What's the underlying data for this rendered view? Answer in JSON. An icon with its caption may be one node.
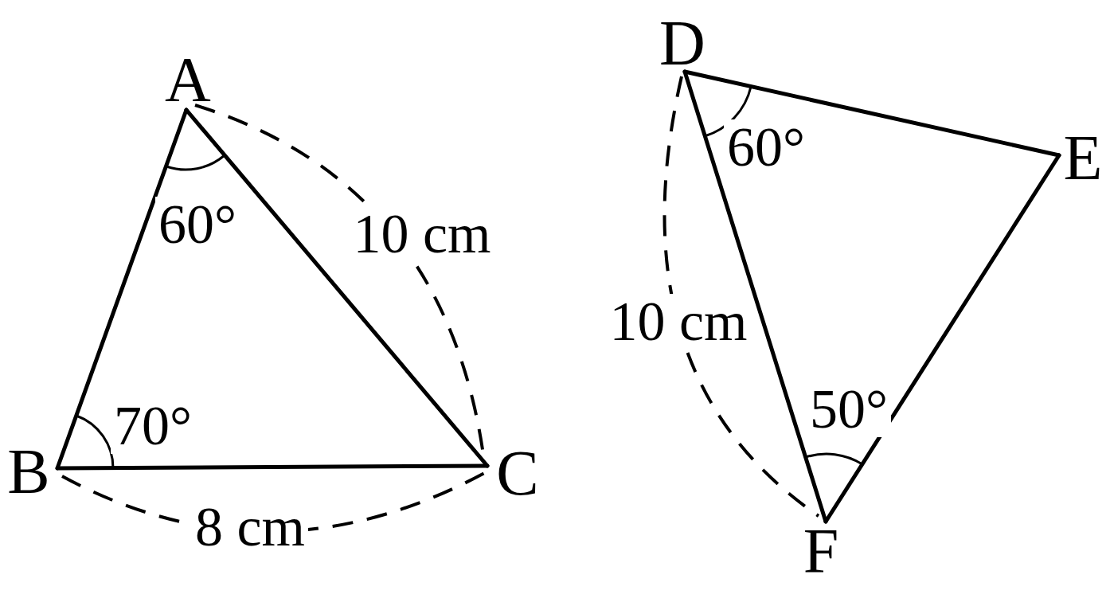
{
  "diagram": {
    "nodes": [
      {
        "text": [
          "A"
        ]
      },
      {
        "text": [
          "B"
        ]
      },
      {
        "text": [
          "C"
        ]
      },
      {
        "text": [
          "D"
        ]
      },
      {
        "text": [
          "E"
        ]
      },
      {
        "text": [
          "F"
        ]
      }
    ],
    "edges": [
      {
        "from": 0,
        "to": 1,
        "arrow": "none"
      },
      {
        "from": 1,
        "to": 2,
        "arrow": "none"
      },
      {
        "from": 2,
        "to": 0,
        "arrow": "none"
      },
      {
        "from": 3,
        "to": 4,
        "arrow": "none"
      },
      {
        "from": 4,
        "to": 5,
        "arrow": "none"
      },
      {
        "from": 5,
        "to": 3,
        "arrow": "none"
      }
    ],
    "labels": [
      "60°",
      "10 cm",
      "70°",
      "8 cm",
      "60°",
      "10 cm",
      "50°"
    ]
  }
}
